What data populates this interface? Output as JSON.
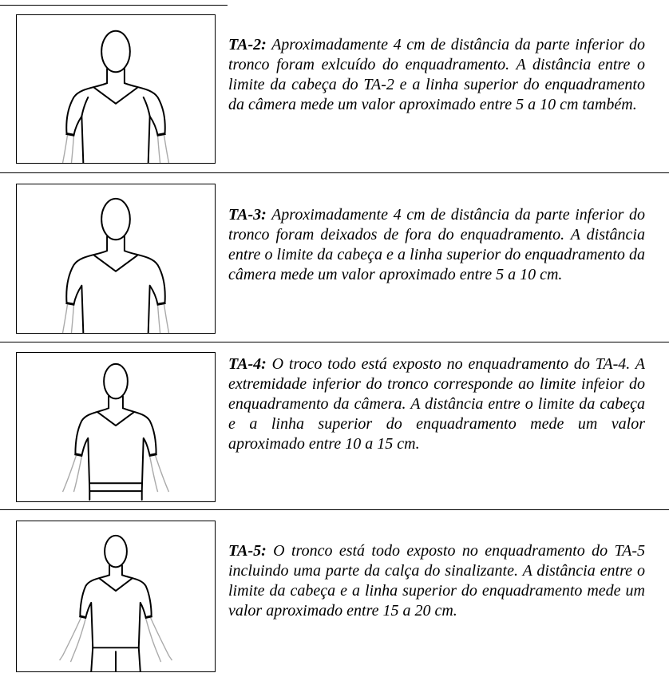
{
  "rows": [
    {
      "label": "TA-2:",
      "text": "Aproximadamente 4 cm de distância da parte inferior do tronco foram exlcuído do enquadramento. A distância entre o limite da cabeça do TA-2 e a linha superior do enquadramento da câmera mede um valor aproximado entre 5 a 10 cm também.",
      "figure": "torso-silhouette-ta2"
    },
    {
      "label": "TA-3:",
      "text": "Aproximadamente 4 cm de distância da parte inferior do tronco foram deixados de fora do enquadramento. A distância entre o limite da cabeça e a linha superior do enquadramento da câmera mede um valor aproximado entre 5 a 10 cm.",
      "figure": "torso-silhouette-ta3"
    },
    {
      "label": "TA-4:",
      "text": "O troco todo está exposto no enquadramento do TA-4.  A extremidade inferior do tronco corresponde ao limite infeior do enquadramento da câmera. A distância entre o limite da cabeça e a linha superior do enquadramento mede um valor aproximado entre 10 a 15 cm.",
      "figure": "torso-silhouette-ta4"
    },
    {
      "label": "TA-5:",
      "text": "O tronco está todo exposto no enquadramento do TA-5 incluindo uma parte da calça do sinalizante. A distância entre o limite da cabeça e a linha superior do enquadramento mede um valor aproximado entre 15 a 20 cm.",
      "figure": "torso-silhouette-ta5"
    }
  ]
}
